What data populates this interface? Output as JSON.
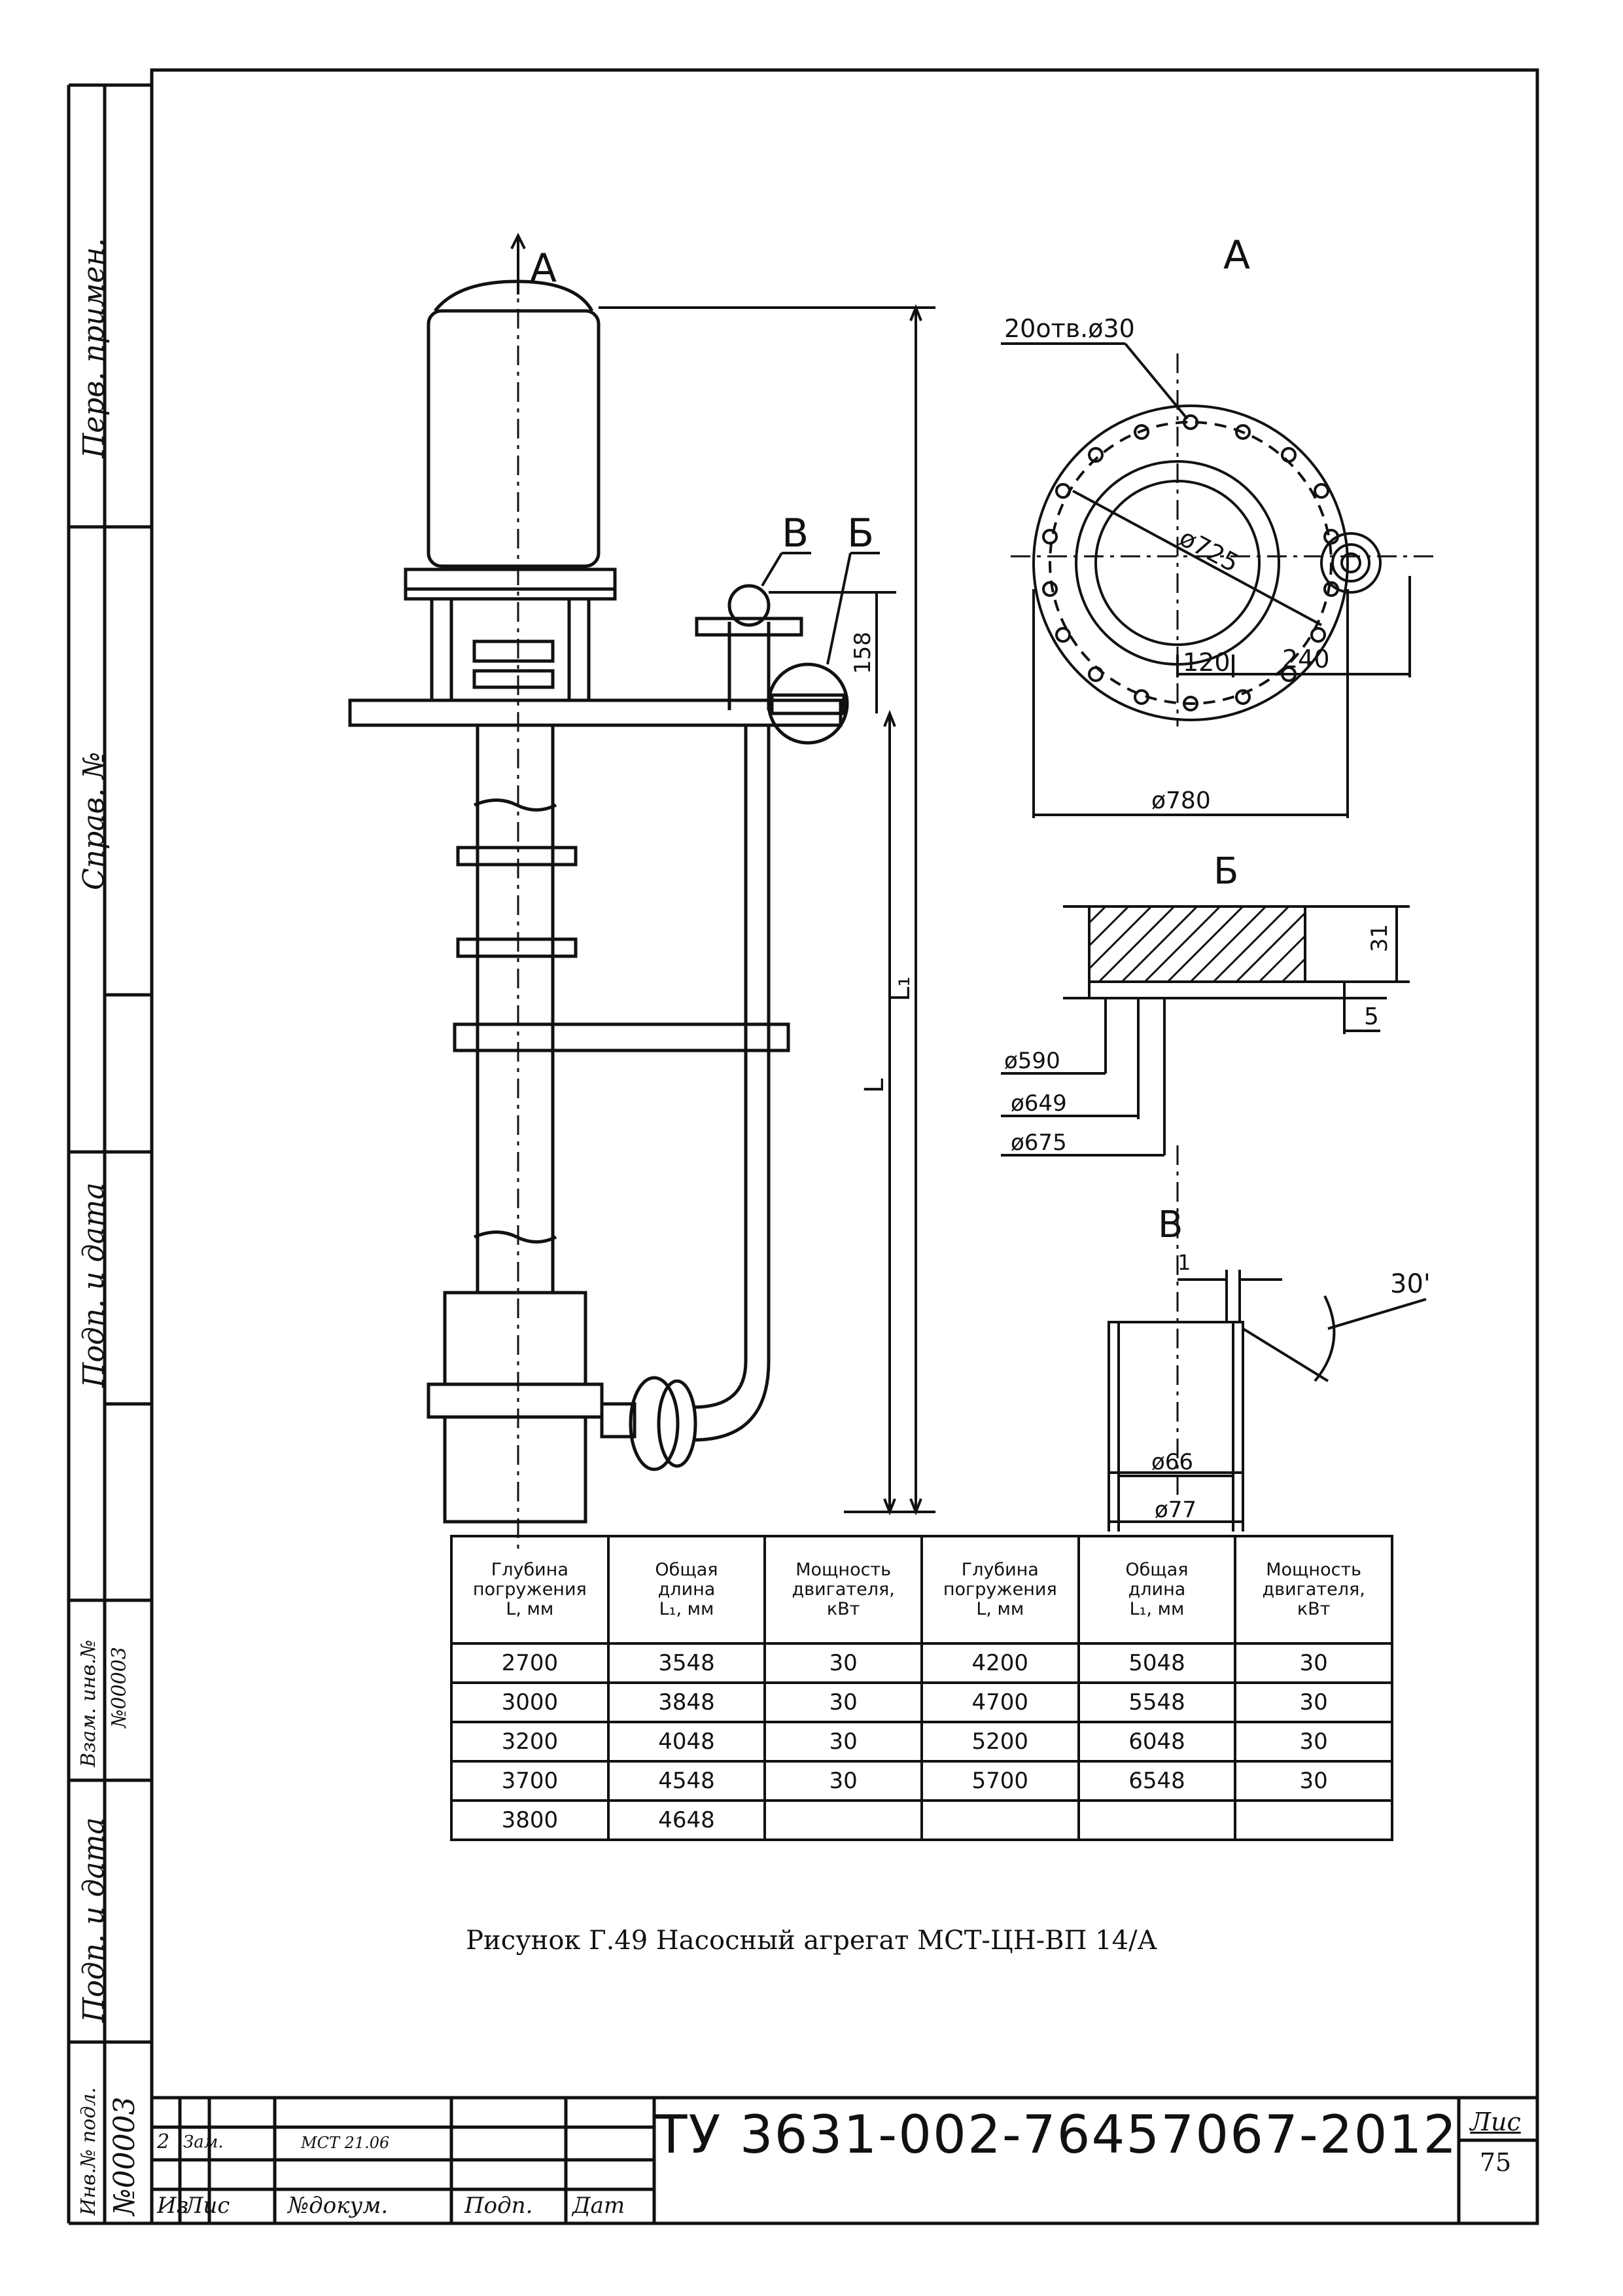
{
  "side_stamp": {
    "perv_primen": "Перв. примен.",
    "sprav_no": "Справ. №",
    "podp_data_1": "Подп. и дата",
    "vzam_inv": "Взам. инв.№",
    "vzam_inv_value": "№00003",
    "podp_data_2": "Подп. и дата",
    "inv_podl": "Инв.№ подл.",
    "inv_podl_value": "№00003"
  },
  "drawing": {
    "view_a_marker": "А",
    "view_a_title": "А",
    "holes_label": "20отв.ø30",
    "dia_725": "ø725",
    "dim_120": "120",
    "dim_240": "240",
    "dia_780": "ø780",
    "callout_v": "В",
    "callout_b": "Б",
    "dim_158": "158",
    "dim_l1": "L₁",
    "dim_l": "L",
    "detail_b_title": "Б",
    "dim_31": "31",
    "dim_5": "5",
    "dia_590": "ø590",
    "dia_649": "ø649",
    "dia_675": "ø675",
    "detail_v_title": "В",
    "dim_1": "1",
    "angle_30": "30'",
    "dia_66": "ø66",
    "dia_77": "ø77"
  },
  "table": {
    "headers": [
      [
        "Глубина",
        "погружения",
        "L, мм"
      ],
      [
        "Общая",
        "длина",
        "L₁, мм"
      ],
      [
        "Мощность",
        "двигателя,",
        "кВт"
      ],
      [
        "Глубина",
        "погружения",
        "L, мм"
      ],
      [
        "Общая",
        "длина",
        "L₁, мм"
      ],
      [
        "Мощность",
        "двигателя,",
        "кВт"
      ]
    ],
    "rows": [
      [
        "2700",
        "3548",
        "30",
        "4200",
        "5048",
        "30"
      ],
      [
        "3000",
        "3848",
        "30",
        "4700",
        "5548",
        "30"
      ],
      [
        "3200",
        "4048",
        "30",
        "5200",
        "6048",
        "30"
      ],
      [
        "3700",
        "4548",
        "30",
        "5700",
        "6548",
        "30"
      ],
      [
        "3800",
        "4648",
        "",
        "",
        "",
        ""
      ]
    ]
  },
  "caption": "Рисунок Г.49 Насосный агрегат МСТ-ЦН-ВП 14/А",
  "title_block": {
    "rev_no": "2",
    "rev_zam": "Зам.",
    "rev_doc": "МСТ 21.06",
    "col_iz": "Из",
    "col_lis": "Лис",
    "col_dokum": "№докум.",
    "col_podp": "Подп.",
    "col_dat": "Дат",
    "doc_number": "ТУ 3631-002-76457067-2012",
    "sheet_label": "Лис",
    "sheet_number": "75"
  }
}
